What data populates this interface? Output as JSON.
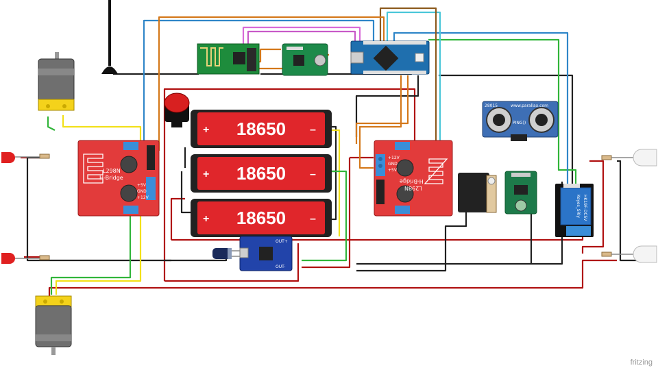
{
  "batteries": [
    {
      "label": "18650",
      "plus": "+",
      "minus": "–"
    },
    {
      "label": "18650",
      "plus": "+",
      "minus": "–"
    },
    {
      "label": "18650",
      "plus": "+",
      "minus": "–"
    }
  ],
  "hbridge_left": {
    "line1": "L298N",
    "line2": "H-Bridge",
    "pin_5v": "+5V",
    "pin_gnd": "GND",
    "pin_12v": "+12V"
  },
  "hbridge_right": {
    "line1": "L298N",
    "line2": "H-Bridge",
    "pin_12v": "+12V",
    "pin_gnd": "GND",
    "pin_5v": "+5V"
  },
  "ultrasonic": {
    "label": "PING))",
    "brand": "28015",
    "site": "www.parallax.com"
  },
  "relay": {
    "line1": "Keyes_SRly",
    "line2": "HK19F-DC5V"
  },
  "charger": {
    "out_plus": "OUT+",
    "out_minus": "OUT-"
  },
  "watermark": "fritzing",
  "colors": {
    "board_red": "#e23b3b",
    "battery_red": "#e0262b",
    "wire_red": "#b01010",
    "wire_black": "#202020",
    "wire_yellow": "#f2e01a",
    "wire_green": "#31b53a",
    "wire_blue": "#2f86c8",
    "wire_orange": "#d4781a",
    "wire_cyan": "#4ac7d9",
    "wire_pink": "#d86ad8",
    "wire_brown": "#8c5a1e"
  }
}
